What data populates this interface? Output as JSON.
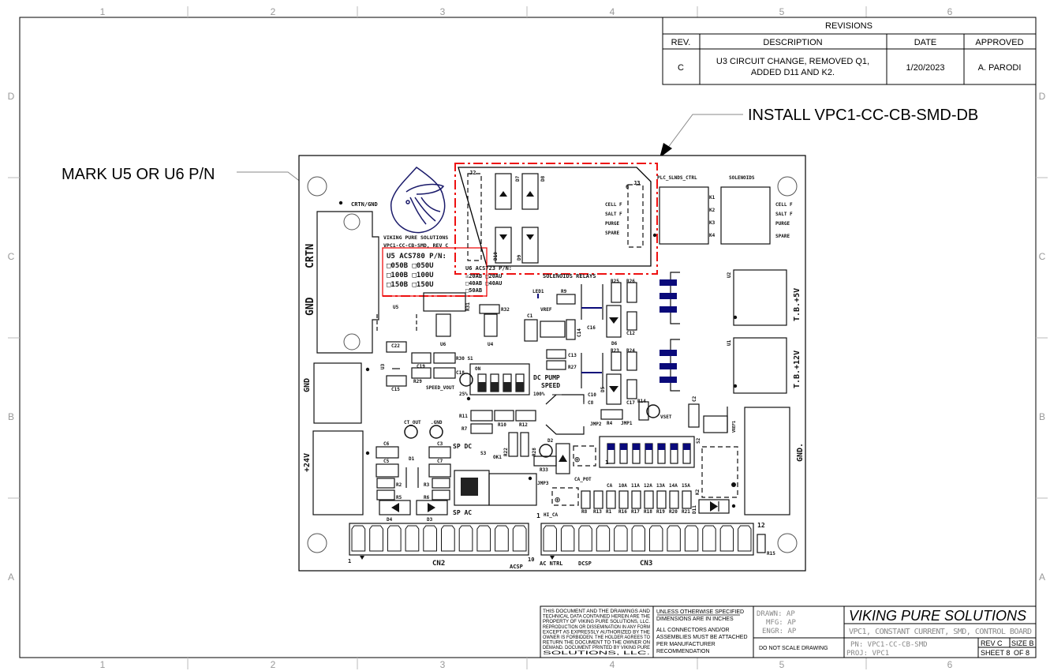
{
  "frame": {
    "zones_top": [
      "1",
      "2",
      "3",
      "4",
      "5",
      "6"
    ],
    "zones_bottom": [
      "1",
      "2",
      "3",
      "4",
      "5",
      "6"
    ],
    "zones_side": [
      "D",
      "C",
      "B",
      "A"
    ]
  },
  "revisions": {
    "title": "REVISIONS",
    "headers": [
      "REV.",
      "DESCRIPTION",
      "DATE",
      "APPROVED"
    ],
    "rows": [
      {
        "rev": "C",
        "description_line1": "U3 CIRCUIT CHANGE, REMOVED Q1,",
        "description_line2": "ADDED D11 AND K2.",
        "date": "1/20/2023",
        "approved": "A. PARODI"
      }
    ]
  },
  "callouts": {
    "install": "INSTALL VPC1-CC-CB-SMD-DB",
    "mark": "MARK U5 OR U6 P/N"
  },
  "board": {
    "labels": {
      "crtn_gnd": "CRTN/GND",
      "crtn": "CRTN",
      "gnd_a": "GND",
      "gnd_b": "GND",
      "v24": "+24V",
      "gnd_right": "GND.",
      "logo_name": "VIKING PURE SOLUTIONS",
      "logo_pn": "VPC1-CC-CB-SMD, REV C",
      "u5_title": "U5 ACS780 P/N:",
      "u5_r1": "□050B □050U",
      "u5_r2": "□100B □100U",
      "u5_r3": "□150B □150U",
      "u6_title": "U6 ACS723 P/N:",
      "u6_r1": "☒20AB □20AU",
      "u6_r2": "□40AB □40AU",
      "u6_r3": "□50AB",
      "u5": "U5",
      "r31": "R31",
      "u6": "U6",
      "r32": "R32",
      "u4": "U4",
      "c22": "C22",
      "u3": "U3",
      "c15": "C15",
      "c19": "C19",
      "r30s1": "R30 S1",
      "r29": "R29",
      "c18": "C18",
      "speed_vout": "SPEED_VOUT",
      "p25": "25%",
      "on": "ON",
      "dc_pump": "DC PUMP",
      "speed": "SPEED",
      "p100": "100%",
      "sol_relays": "SOLENOIDS RELAYS",
      "led1": "LED1",
      "r9": "R9",
      "vref": "VREF",
      "c1": "C1",
      "c14": "C14",
      "c16": "C16",
      "r25": "R25",
      "r26": "R26",
      "d6": "D6",
      "c12": "C12",
      "c13": "C13",
      "r27": "R27",
      "r23": "R23",
      "r24": "R24",
      "d5": "D5",
      "c10": "C10",
      "c8": "C8",
      "c17": "C17",
      "r14": "R14",
      "vset": "VSET",
      "r4": "R4",
      "jmp1": "JMP1",
      "jmp2": "JMP2",
      "u2": "U2",
      "u1": "U1",
      "tb5": "T.B.+5V",
      "tb12": "T.B.+12V",
      "c2": "C2",
      "vref1": "VREF1",
      "s2": "S2",
      "k2": "K2",
      "d11": "D11",
      "s2_one": "1",
      "r11": "R11",
      "r10": "R10",
      "r12": "R12",
      "r7": "R7",
      "r22": "R22",
      "r28": "R28",
      "ok1": "OK1",
      "s3": "S3",
      "d2": "D2",
      "r33": "R33",
      "ct_out": "CT_OUT",
      "gnd_tp": ".GND",
      "c6": "C6",
      "c3": "C3",
      "sp_dc": "SP DC",
      "c5": "C5",
      "d1": "D1",
      "c7": "C7",
      "r2": "R2",
      "r3": "R3",
      "r5": "R5",
      "r6": "R6",
      "d4": "D4",
      "d3": "D3",
      "sp_ac": "SP AC",
      "jmp3": "JMP3",
      "ca_pot": "CA_POT",
      "hi_ca": "HI_CA",
      "pin1_cn3": "1",
      "ca": "CA",
      "a10": "10A",
      "a11": "11A",
      "a12": "12A",
      "a13": "13A",
      "a14": "14A",
      "a15": "15A",
      "r8": "R8",
      "r13": "R13",
      "r1": "R1",
      "r16": "R16",
      "r17": "R17",
      "r18": "R18",
      "r19": "R19",
      "r20": "R20",
      "r21": "R21",
      "pin1_cn2": "1",
      "cn2": "CN2",
      "acsp": "ACSP",
      "pin10": "10",
      "ac_ntrl": "AC NTRL",
      "dcsp": "DCSP",
      "cn3": "CN3",
      "pin12": "12",
      "r15": "R15",
      "j2": "J2",
      "d7": "D7",
      "d8": "D8",
      "d10": "D10",
      "d9": "D9",
      "j3": "J3",
      "j3_6": "6",
      "db_cell": "CELL F",
      "db_salt": "SALT F",
      "db_purge": "PURGE",
      "db_spare": "SPARE",
      "plc": "PLC_SLNDS_CTRL",
      "k1": "K1",
      "k2b": "K2",
      "k3": "K3",
      "k4": "K4",
      "solenoids": "SOLENOIDS",
      "sol_cell": "CELL F",
      "sol_salt": "SALT F",
      "sol_purge": "PURGE",
      "sol_spare": "SPARE"
    }
  },
  "title_block": {
    "notice": [
      "THIS DOCUMENT AND THE DRAWINGS AND",
      "TECHNICAL DATA CONTAINED HEREIN ARE THE",
      "PROPERTY OF VIKING PURE SOLUTIONS, LLC.",
      "REPRODUCTION OR DISSEMINATION IN ANY FORM",
      "EXCEPT AS EXPRESSLY AUTHORIZED BY THE",
      "OWNER IS FORBIDDEN. THE HOLDER AGREES TO",
      "RETURN THE DOCUMENT TO THE OWNER ON",
      "DEMAND. DOCUMENT PRINTED BY VIKING PURE",
      "SOLUTIONS, LLC."
    ],
    "unless": [
      "UNLESS OTHERWISE SPECIFIED",
      "DIMENSIONS ARE IN INCHES"
    ],
    "connectors": [
      "ALL CONNECTORS AND/OR",
      "ASSEMBLIES MUST BE ATTACHED",
      "PER MANUFACTURER",
      "RECOMMENDATION"
    ],
    "drawn": "DRAWN: AP",
    "mfg": "MFG: AP",
    "engr": "ENGR: AP",
    "do_not_scale": "DO NOT SCALE DRAWING",
    "company": "VIKING PURE SOLUTIONS",
    "description": "VPC1, CONSTANT CURRENT, SMD, CONTROL BOARD",
    "pn": "PN: VPC1-CC-CB-SMD",
    "proj": "PROJ: VPC1",
    "rev": "REV C",
    "size": "SIZE B",
    "sheet": "SHEET 8",
    "of": "OF 8"
  },
  "colors": {
    "red": "#ee1111",
    "blue": "#0a0a7a"
  }
}
